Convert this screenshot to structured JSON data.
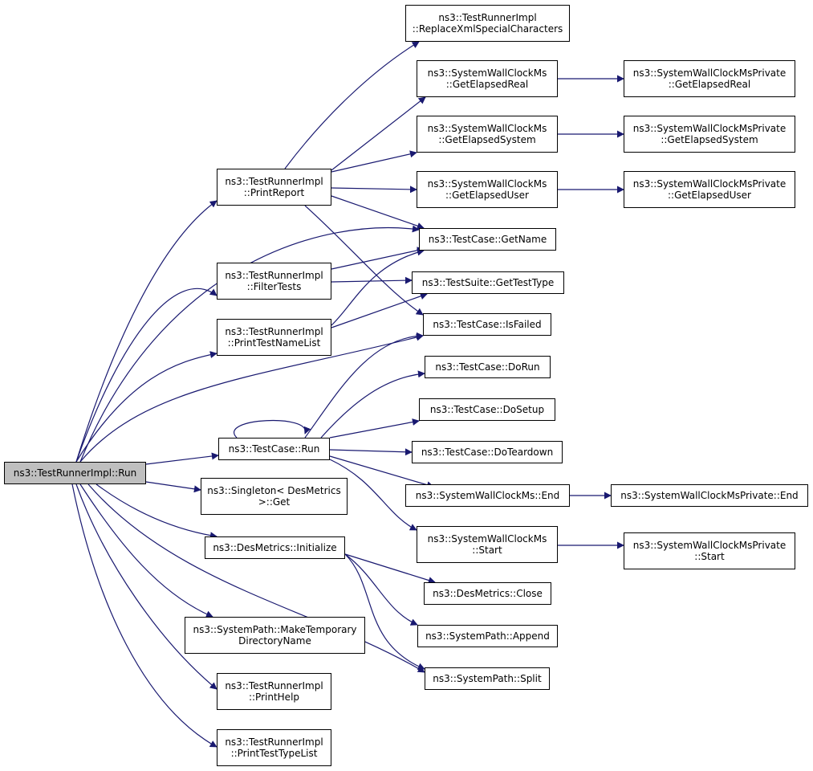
{
  "diagram": {
    "type": "call-graph",
    "edge_color": "#191970",
    "root_fill": "#bfbfbf",
    "nodes": {
      "run": {
        "lines": [
          "ns3::TestRunnerImpl::Run"
        ]
      },
      "printReport": {
        "lines": [
          "ns3::TestRunnerImpl",
          "::PrintReport"
        ]
      },
      "filterTests": {
        "lines": [
          "ns3::TestRunnerImpl",
          "::FilterTests"
        ]
      },
      "printTestNameList": {
        "lines": [
          "ns3::TestRunnerImpl",
          "::PrintTestNameList"
        ]
      },
      "tcRun": {
        "lines": [
          "ns3::TestCase::Run"
        ]
      },
      "singletonGet": {
        "lines": [
          "ns3::Singleton< DesMetrics",
          ">::Get"
        ]
      },
      "desInit": {
        "lines": [
          "ns3::DesMetrics::Initialize"
        ]
      },
      "makeTempDir": {
        "lines": [
          "ns3::SystemPath::MakeTemporary",
          "DirectoryName"
        ]
      },
      "printHelp": {
        "lines": [
          "ns3::TestRunnerImpl",
          "::PrintHelp"
        ]
      },
      "printTestTypeList": {
        "lines": [
          "ns3::TestRunnerImpl",
          "::PrintTestTypeList"
        ]
      },
      "replaceXml": {
        "lines": [
          "ns3::TestRunnerImpl",
          "::ReplaceXmlSpecialCharacters"
        ]
      },
      "elapsedReal": {
        "lines": [
          "ns3::SystemWallClockMs",
          "::GetElapsedReal"
        ]
      },
      "elapsedSystem": {
        "lines": [
          "ns3::SystemWallClockMs",
          "::GetElapsedSystem"
        ]
      },
      "elapsedUser": {
        "lines": [
          "ns3::SystemWallClockMs",
          "::GetElapsedUser"
        ]
      },
      "getName": {
        "lines": [
          "ns3::TestCase::GetName"
        ]
      },
      "getTestType": {
        "lines": [
          "ns3::TestSuite::GetTestType"
        ]
      },
      "isFailed": {
        "lines": [
          "ns3::TestCase::IsFailed"
        ]
      },
      "doRun": {
        "lines": [
          "ns3::TestCase::DoRun"
        ]
      },
      "doSetup": {
        "lines": [
          "ns3::TestCase::DoSetup"
        ]
      },
      "doTeardown": {
        "lines": [
          "ns3::TestCase::DoTeardown"
        ]
      },
      "swEnd": {
        "lines": [
          "ns3::SystemWallClockMs::End"
        ]
      },
      "swStart": {
        "lines": [
          "ns3::SystemWallClockMs",
          "::Start"
        ]
      },
      "desClose": {
        "lines": [
          "ns3::DesMetrics::Close"
        ]
      },
      "spAppend": {
        "lines": [
          "ns3::SystemPath::Append"
        ]
      },
      "spSplit": {
        "lines": [
          "ns3::SystemPath::Split"
        ]
      },
      "privReal": {
        "lines": [
          "ns3::SystemWallClockMsPrivate",
          "::GetElapsedReal"
        ]
      },
      "privSystem": {
        "lines": [
          "ns3::SystemWallClockMsPrivate",
          "::GetElapsedSystem"
        ]
      },
      "privUser": {
        "lines": [
          "ns3::SystemWallClockMsPrivate",
          "::GetElapsedUser"
        ]
      },
      "privEnd": {
        "lines": [
          "ns3::SystemWallClockMsPrivate::End"
        ]
      },
      "privStart": {
        "lines": [
          "ns3::SystemWallClockMsPrivate",
          "::Start"
        ]
      }
    }
  }
}
